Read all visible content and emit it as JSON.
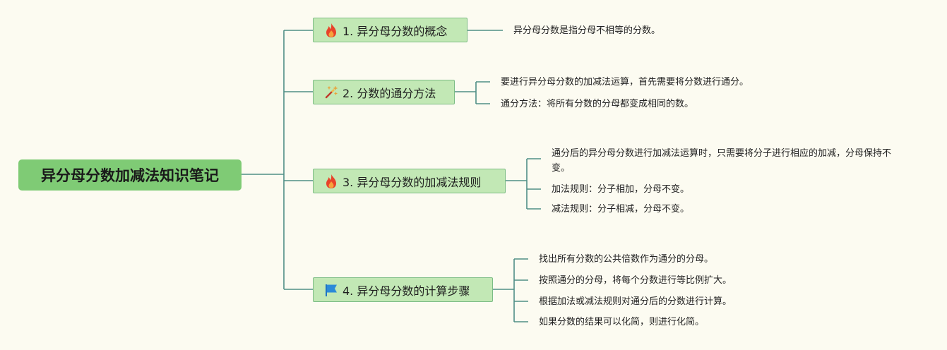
{
  "root": {
    "title": "异分母分数加减法知识笔记"
  },
  "branches": [
    {
      "label": "1. 异分母分数的概念",
      "icon": "fire-icon",
      "leaves": [
        "异分母分数是指分母不相等的分数。"
      ]
    },
    {
      "label": "2. 分数的通分方法",
      "icon": "magic-wand-icon",
      "leaves": [
        "要进行异分母分数的加减法运算，首先需要将分数进行通分。",
        "通分方法：将所有分数的分母都变成相同的数。"
      ]
    },
    {
      "label": "3. 异分母分数的加减法规则",
      "icon": "fire-icon",
      "leaves": [
        "通分后的异分母分数进行加减法运算时，只需要将分子进行相应的加减，分母保持不变。",
        "加法规则：分子相加，分母不变。",
        "减法规则：分子相减，分母不变。"
      ]
    },
    {
      "label": "4. 异分母分数的计算步骤",
      "icon": "flag-icon",
      "leaves": [
        "找出所有分数的公共倍数作为通分的分母。",
        "按照通分的分母，将每个分数进行等比例扩大。",
        "根据加法或减法规则对通分后的分数进行计算。",
        "如果分数的结果可以化简，则进行化简。"
      ]
    }
  ],
  "colors": {
    "background": "#fcfbf1",
    "root_fill": "#7fcb75",
    "branch_fill": "#c2e8b5",
    "branch_border": "#7cbc84",
    "connector": "#4f8f86"
  }
}
